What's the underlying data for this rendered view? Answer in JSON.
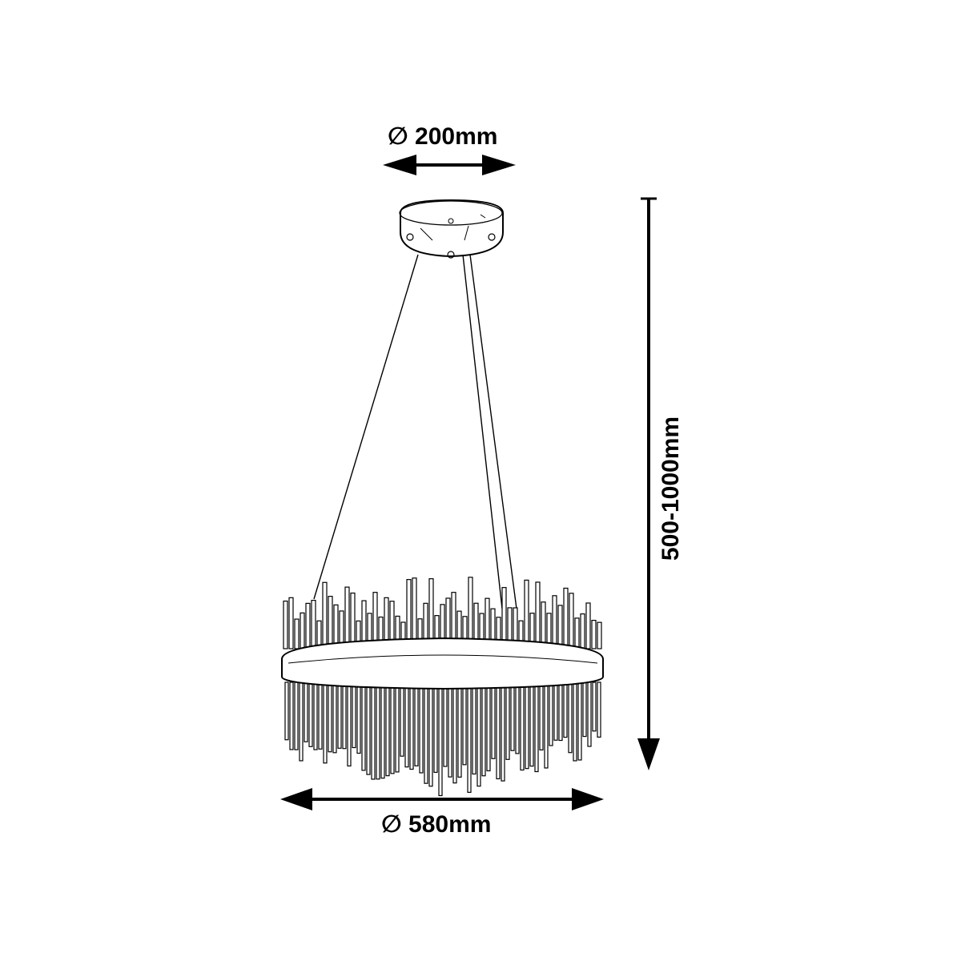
{
  "dimensions": {
    "canopy_diameter": "∅ 200mm",
    "fixture_diameter": "∅ 580mm",
    "height_range": "500-1000mm"
  },
  "colors": {
    "line": "#000000",
    "background": "#ffffff"
  }
}
